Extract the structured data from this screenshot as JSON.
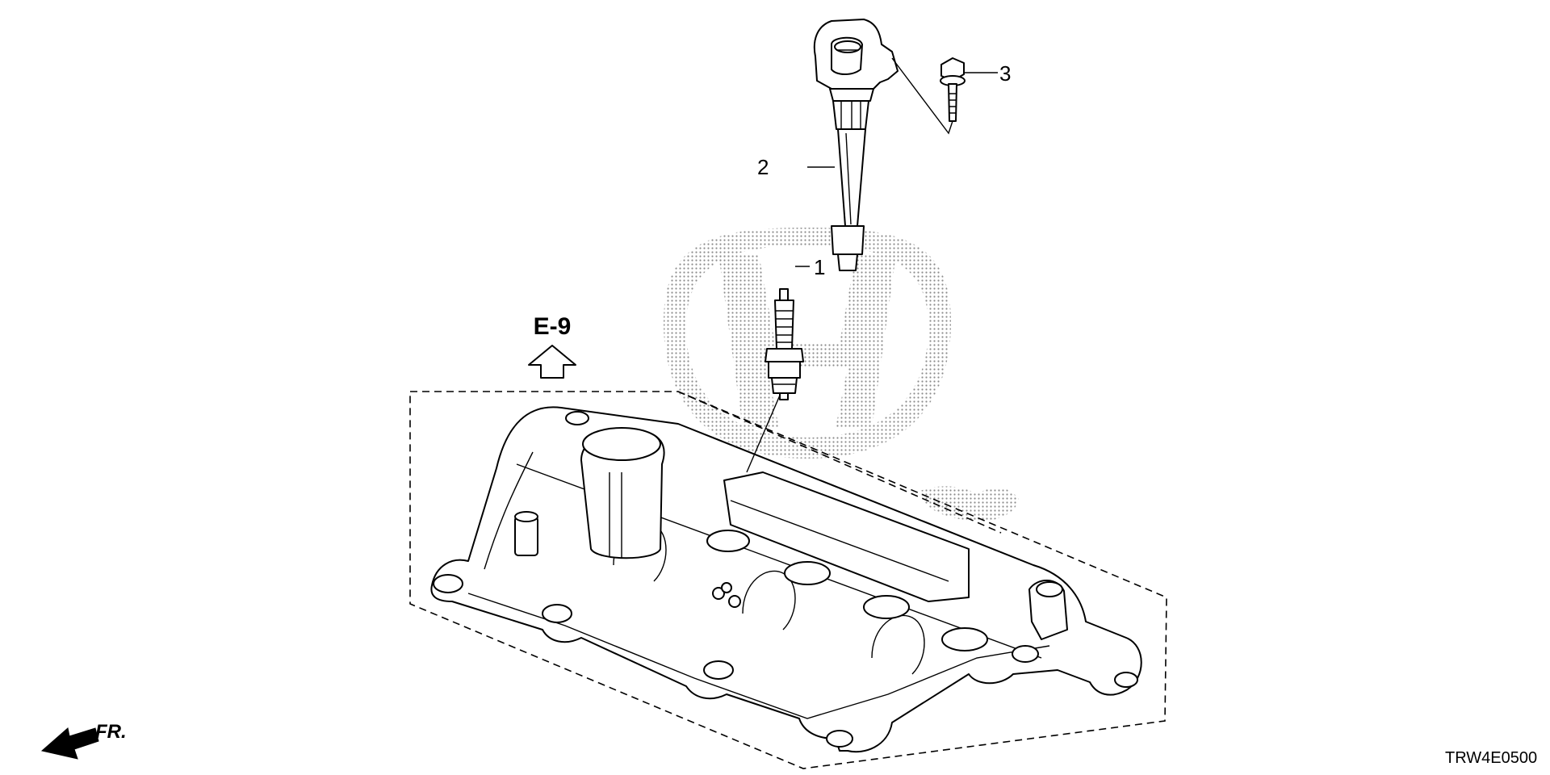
{
  "diagram": {
    "callouts": [
      {
        "number": "1",
        "part": "spark-plug"
      },
      {
        "number": "2",
        "part": "ignition-coil"
      },
      {
        "number": "3",
        "part": "flange-bolt"
      }
    ],
    "reference_label": "E-9",
    "front_label": "FR.",
    "diagram_code": "TRW4E0500",
    "watermark": "brand-h-logo",
    "colors": {
      "ink": "#000000",
      "background": "#ffffff",
      "watermark_dot": "#8c8c8c"
    }
  }
}
